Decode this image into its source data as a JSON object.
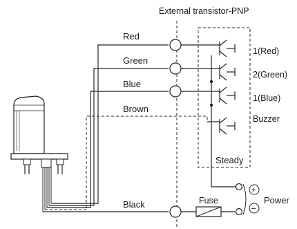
{
  "title": "External transistor-PNP",
  "wires": {
    "red": "Red",
    "green": "Green",
    "blue": "Blue",
    "brown": "Brown",
    "black": "Black"
  },
  "outputs": {
    "out1": "1(Red)",
    "out2": "2(Green)",
    "out3": "1(Blue)",
    "buzzer": "Buzzer"
  },
  "mode_label": "Steady",
  "fuse_label": "Fuse",
  "power_label": "Power",
  "plus_symbol": "+",
  "minus_symbol": "−",
  "icons": {
    "device": "signal-tower-icon",
    "transistor": "pnp-transistor-icon",
    "fuse": "fuse-icon",
    "switch": "switch-icon"
  }
}
